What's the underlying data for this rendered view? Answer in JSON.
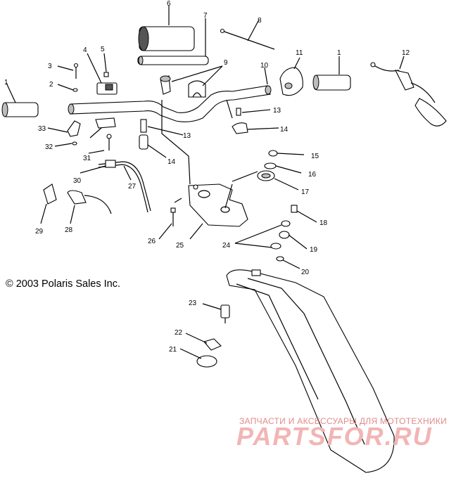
{
  "diagram": {
    "copyright": "© 2003 Polaris Sales Inc.",
    "watermark": {
      "top_line": "ЗАПЧАСТИ И АКСЕССУАРЫ ДЛЯ МОТОТЕХНИКИ",
      "brand": "PARTSFOR.RU"
    },
    "callouts": {
      "c1a": "1",
      "c1b": "1",
      "c2": "2",
      "c3": "3",
      "c4": "4",
      "c5": "5",
      "c6": "6",
      "c7": "7",
      "c8": "8",
      "c9": "9",
      "c10": "10",
      "c11": "11",
      "c12": "12",
      "c13a": "13",
      "c13b": "13",
      "c14a": "14",
      "c14b": "14",
      "c15": "15",
      "c16": "16",
      "c17": "17",
      "c18": "18",
      "c19": "19",
      "c20": "20",
      "c21": "21",
      "c22": "22",
      "c23": "23",
      "c24": "24",
      "c25": "25",
      "c26": "26",
      "c27": "27",
      "c28": "28",
      "c29": "29",
      "c30": "30",
      "c31": "31",
      "c32": "32",
      "c33": "33"
    }
  }
}
